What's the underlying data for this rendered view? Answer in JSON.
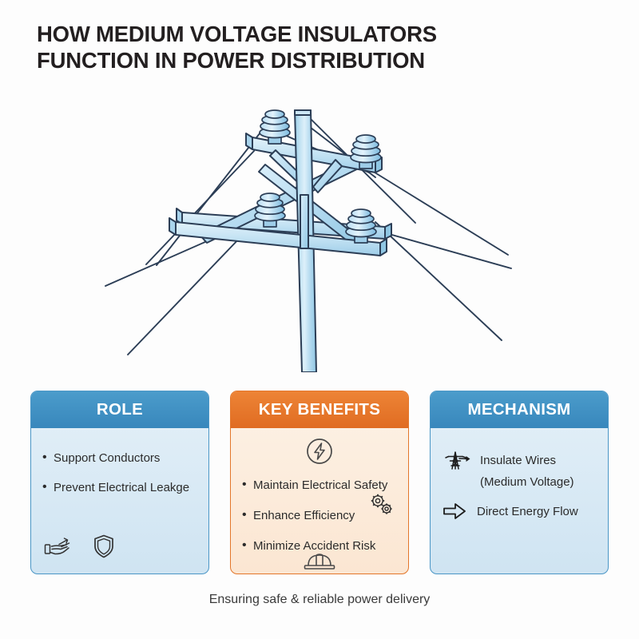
{
  "title": {
    "line1": "HOW MEDIUM VOLTAGE INSULATORS",
    "line2": "FUNCTION IN POWER DISTRIBUTION"
  },
  "illustration": {
    "name": "utility-pole-with-insulators",
    "description": "Wooden utility pole with two crossarms, four ribbed insulators and diagonal braces carrying power lines",
    "colors": {
      "pole_light": "#d4eaf7",
      "pole_mid": "#a8d4ec",
      "pole_dark": "#8fc6e3",
      "outline": "#2c3e56",
      "wire": "#2c3e56",
      "insulator": "#8cc6e6"
    }
  },
  "cards": [
    {
      "id": "role",
      "header": "ROLE",
      "theme": "blue",
      "bullets": [
        "Support Conductors",
        "Prevent Electrical Leakge"
      ],
      "icons": [
        "pointing-hand-icon",
        "shield-icon"
      ]
    },
    {
      "id": "benefits",
      "header": "KEY BENEFITS",
      "theme": "orange",
      "bullets": [
        "Maintain Electrical Safety",
        "Enhance Efficiency",
        "Minimize Accident Risk"
      ],
      "icons": [
        "lightning-bolt-circle-icon",
        "gears-icon",
        "hard-hat-icon"
      ]
    },
    {
      "id": "mechanism",
      "header": "MECHANISM",
      "theme": "blue",
      "rows": [
        {
          "icon": "transmission-tower-icon",
          "label": "Insulate Wires"
        },
        {
          "icon": "",
          "label": "(Medium Voltage)"
        },
        {
          "icon": "right-arrow-icon",
          "label": "Direct Energy Flow"
        }
      ]
    }
  ],
  "footer": {
    "caption": "Ensuring safe & reliable power delivery"
  },
  "colors": {
    "background": "#fdfdfd",
    "accent_blue": "#3887bc",
    "accent_orange": "#e06c22",
    "blue_body": "#dceaf5",
    "orange_body": "#fdf0e4",
    "text_dark": "#231f20"
  }
}
